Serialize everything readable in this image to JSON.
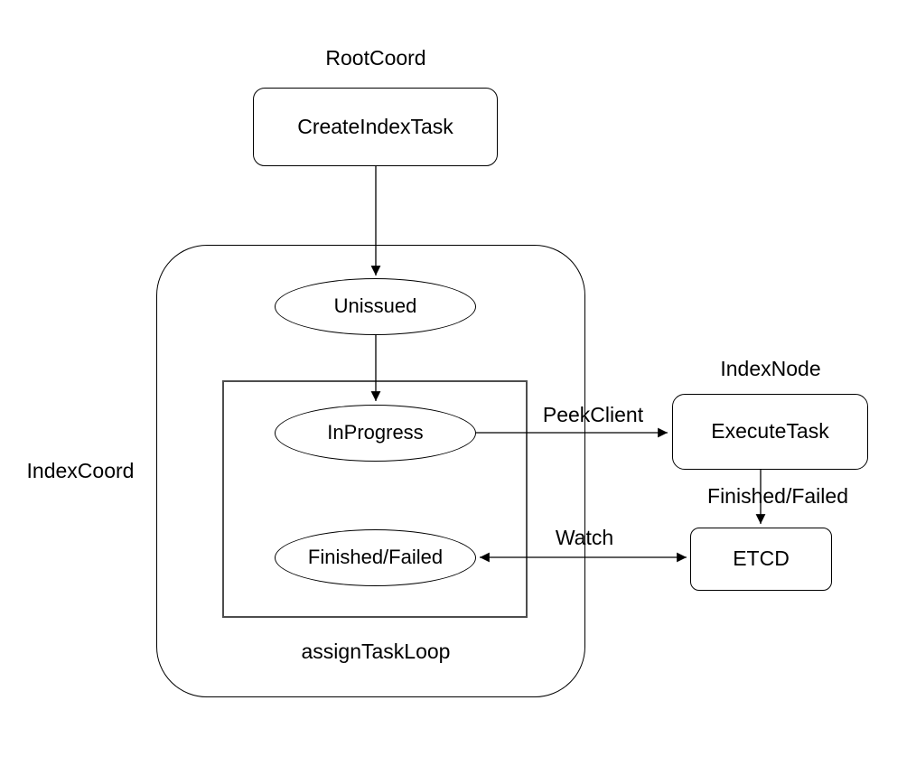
{
  "colors": {
    "background": "#ffffff",
    "line": "#000000",
    "inner_box_line": "#4d4d4d",
    "text": "#000000"
  },
  "labels": {
    "root_coord": "RootCoord",
    "index_coord": "IndexCoord",
    "index_node": "IndexNode",
    "assign_task_loop": "assignTaskLoop"
  },
  "nodes": {
    "create_index_task": {
      "label": "CreateIndexTask",
      "shape": "rounded-rect"
    },
    "unissued": {
      "label": "Unissued",
      "shape": "ellipse"
    },
    "in_progress": {
      "label": "InProgress",
      "shape": "ellipse"
    },
    "finished_failed": {
      "label": "Finished/Failed",
      "shape": "ellipse"
    },
    "execute_task": {
      "label": "ExecuteTask",
      "shape": "rounded-rect"
    },
    "etcd": {
      "label": "ETCD",
      "shape": "rounded-rect"
    }
  },
  "edges": [
    {
      "from": "create_index_task",
      "to": "unissued",
      "label": "",
      "bidirectional": false
    },
    {
      "from": "unissued",
      "to": "in_progress",
      "label": "",
      "bidirectional": false
    },
    {
      "from": "in_progress",
      "to": "execute_task",
      "label": "PeekClient",
      "bidirectional": false
    },
    {
      "from": "execute_task",
      "to": "etcd",
      "label": "Finished/Failed",
      "bidirectional": false
    },
    {
      "from": "finished_failed",
      "to": "etcd",
      "label": "Watch",
      "bidirectional": true
    }
  ]
}
